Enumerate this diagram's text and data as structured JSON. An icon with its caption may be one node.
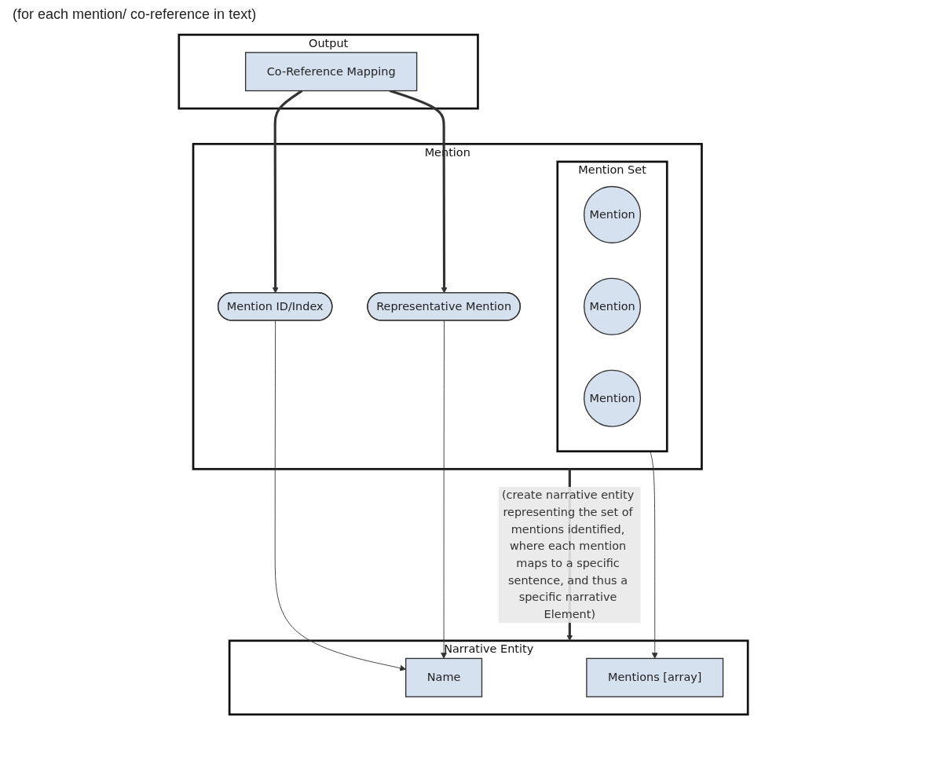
{
  "diagram": {
    "nodes": [
      {
        "text": [
          "Output"
        ]
      },
      {
        "text": [
          "Co-Reference Mapping"
        ],
        "in": 0
      },
      {
        "text": [
          "Mention"
        ]
      },
      {
        "text": [
          "Mention ID/Index"
        ],
        "in": 2
      },
      {
        "text": [
          "Representative Mention"
        ],
        "in": 2
      },
      {
        "text": [
          "Mention Set"
        ],
        "in": 2
      },
      {
        "text": [
          "Mention"
        ],
        "in": 5
      },
      {
        "text": [
          "Mention"
        ],
        "in": 5
      },
      {
        "text": [
          "Mention"
        ],
        "in": 5
      },
      {
        "text": [
          "Narrative Entity"
        ]
      },
      {
        "text": [
          "Name"
        ],
        "in": 9
      },
      {
        "text": [
          "Mentions [array]"
        ],
        "in": 9
      }
    ],
    "edges": [
      {
        "from": 1,
        "to": 3,
        "arrow": "to",
        "style": "thick"
      },
      {
        "from": 1,
        "to": 4,
        "arrow": "to",
        "style": "thick"
      },
      {
        "from": 2,
        "to": 9,
        "arrow": "to",
        "style": "thick",
        "label": "(create narrative entity representing the set of mentions identified, where each mention maps to a specific sentence, and thus a specific narrative Element)"
      },
      {
        "from": 3,
        "to": 10,
        "arrow": "to"
      },
      {
        "from": 4,
        "to": 10,
        "arrow": "to"
      },
      {
        "from": 5,
        "to": 11,
        "arrow": "to"
      }
    ],
    "labels": [
      "(for each mention/ co-reference in text)"
    ]
  }
}
